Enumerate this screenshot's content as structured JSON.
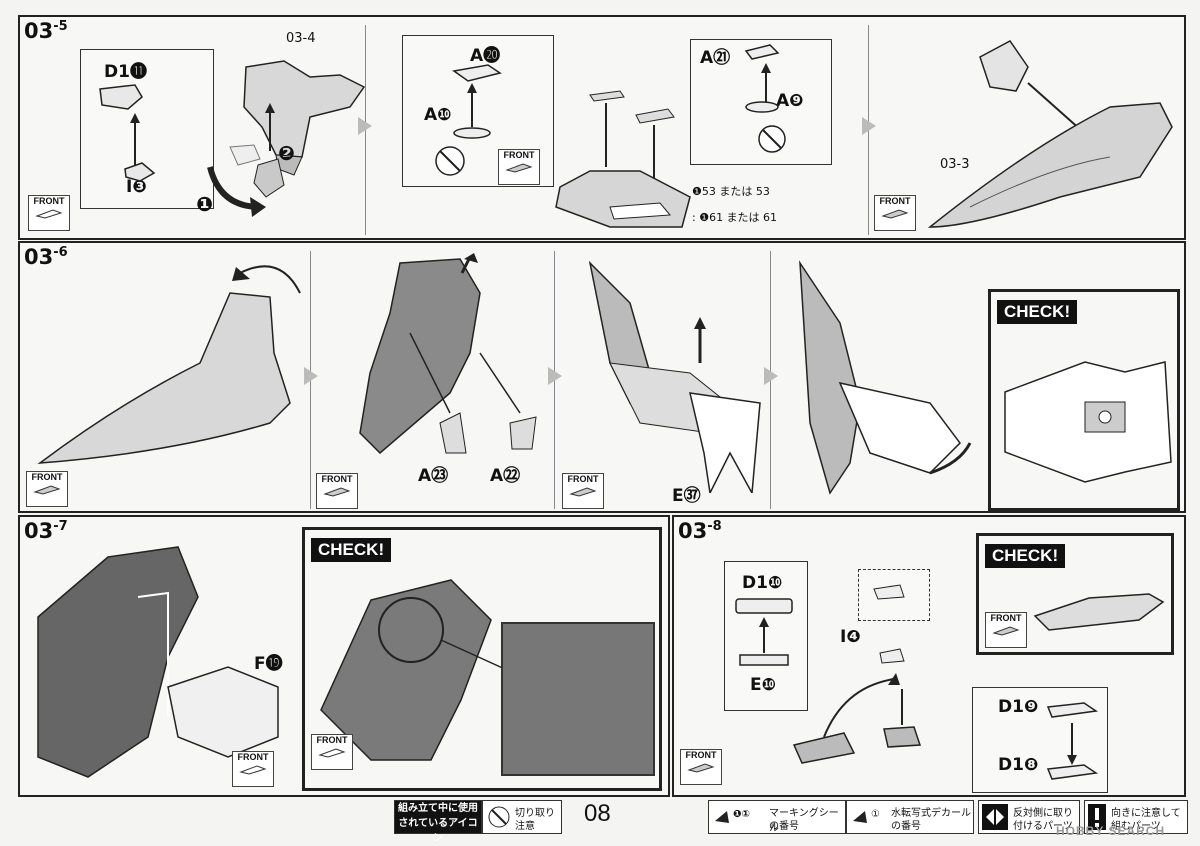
{
  "steps": {
    "s1": "03",
    "s1_sub": "-5",
    "s2": "03",
    "s2_sub": "-6",
    "s3": "03",
    "s3_sub": "-7",
    "s4": "03",
    "s4_sub": "-8"
  },
  "refs": {
    "r1": "03-4",
    "r2": "03-3"
  },
  "parts": {
    "d1_11": "D1⓫",
    "i3": "I❸",
    "a20": "A⓴",
    "a10": "A❿",
    "a21": "A㉑",
    "a9": "A❾",
    "a23": "A㉓",
    "a22": "A㉒",
    "e37": "E㊲",
    "f19": "F⓳",
    "d1_10": "D1❿",
    "e10": "E❿",
    "i4": "I❹",
    "d1_9": "D1❾",
    "d1_8": "D1❽"
  },
  "step_numbers": {
    "n1": "❶",
    "n2": "❷"
  },
  "sticker_note": {
    "line1": "❶53 または 53",
    "line2": ": ❶61 または 61"
  },
  "labels": {
    "front": "FRONT",
    "check": "CHECK!"
  },
  "footer": {
    "icons_title_l1": "組み立て中に使用",
    "icons_title_l2": "されているアイコン",
    "cut_l1": "切り取り",
    "cut_l2": "注意",
    "page_no": "08",
    "marking_l1": "マーキングシール",
    "marking_l2": "の番号",
    "marking_icon": "❶①",
    "decal_l1": "水転写式デカール",
    "decal_l2": "の番号",
    "decal_icon": "①",
    "opposite_l1": "反対側に取り",
    "opposite_l2": "付けるパーツ",
    "direction_l1": "向きに注意して",
    "direction_l2": "組むパーツ",
    "watermark": "HOBBY SEARCH"
  },
  "colors": {
    "line": "#222222",
    "panel_bg": "#f7f7f5",
    "check_bg": "#111111"
  }
}
